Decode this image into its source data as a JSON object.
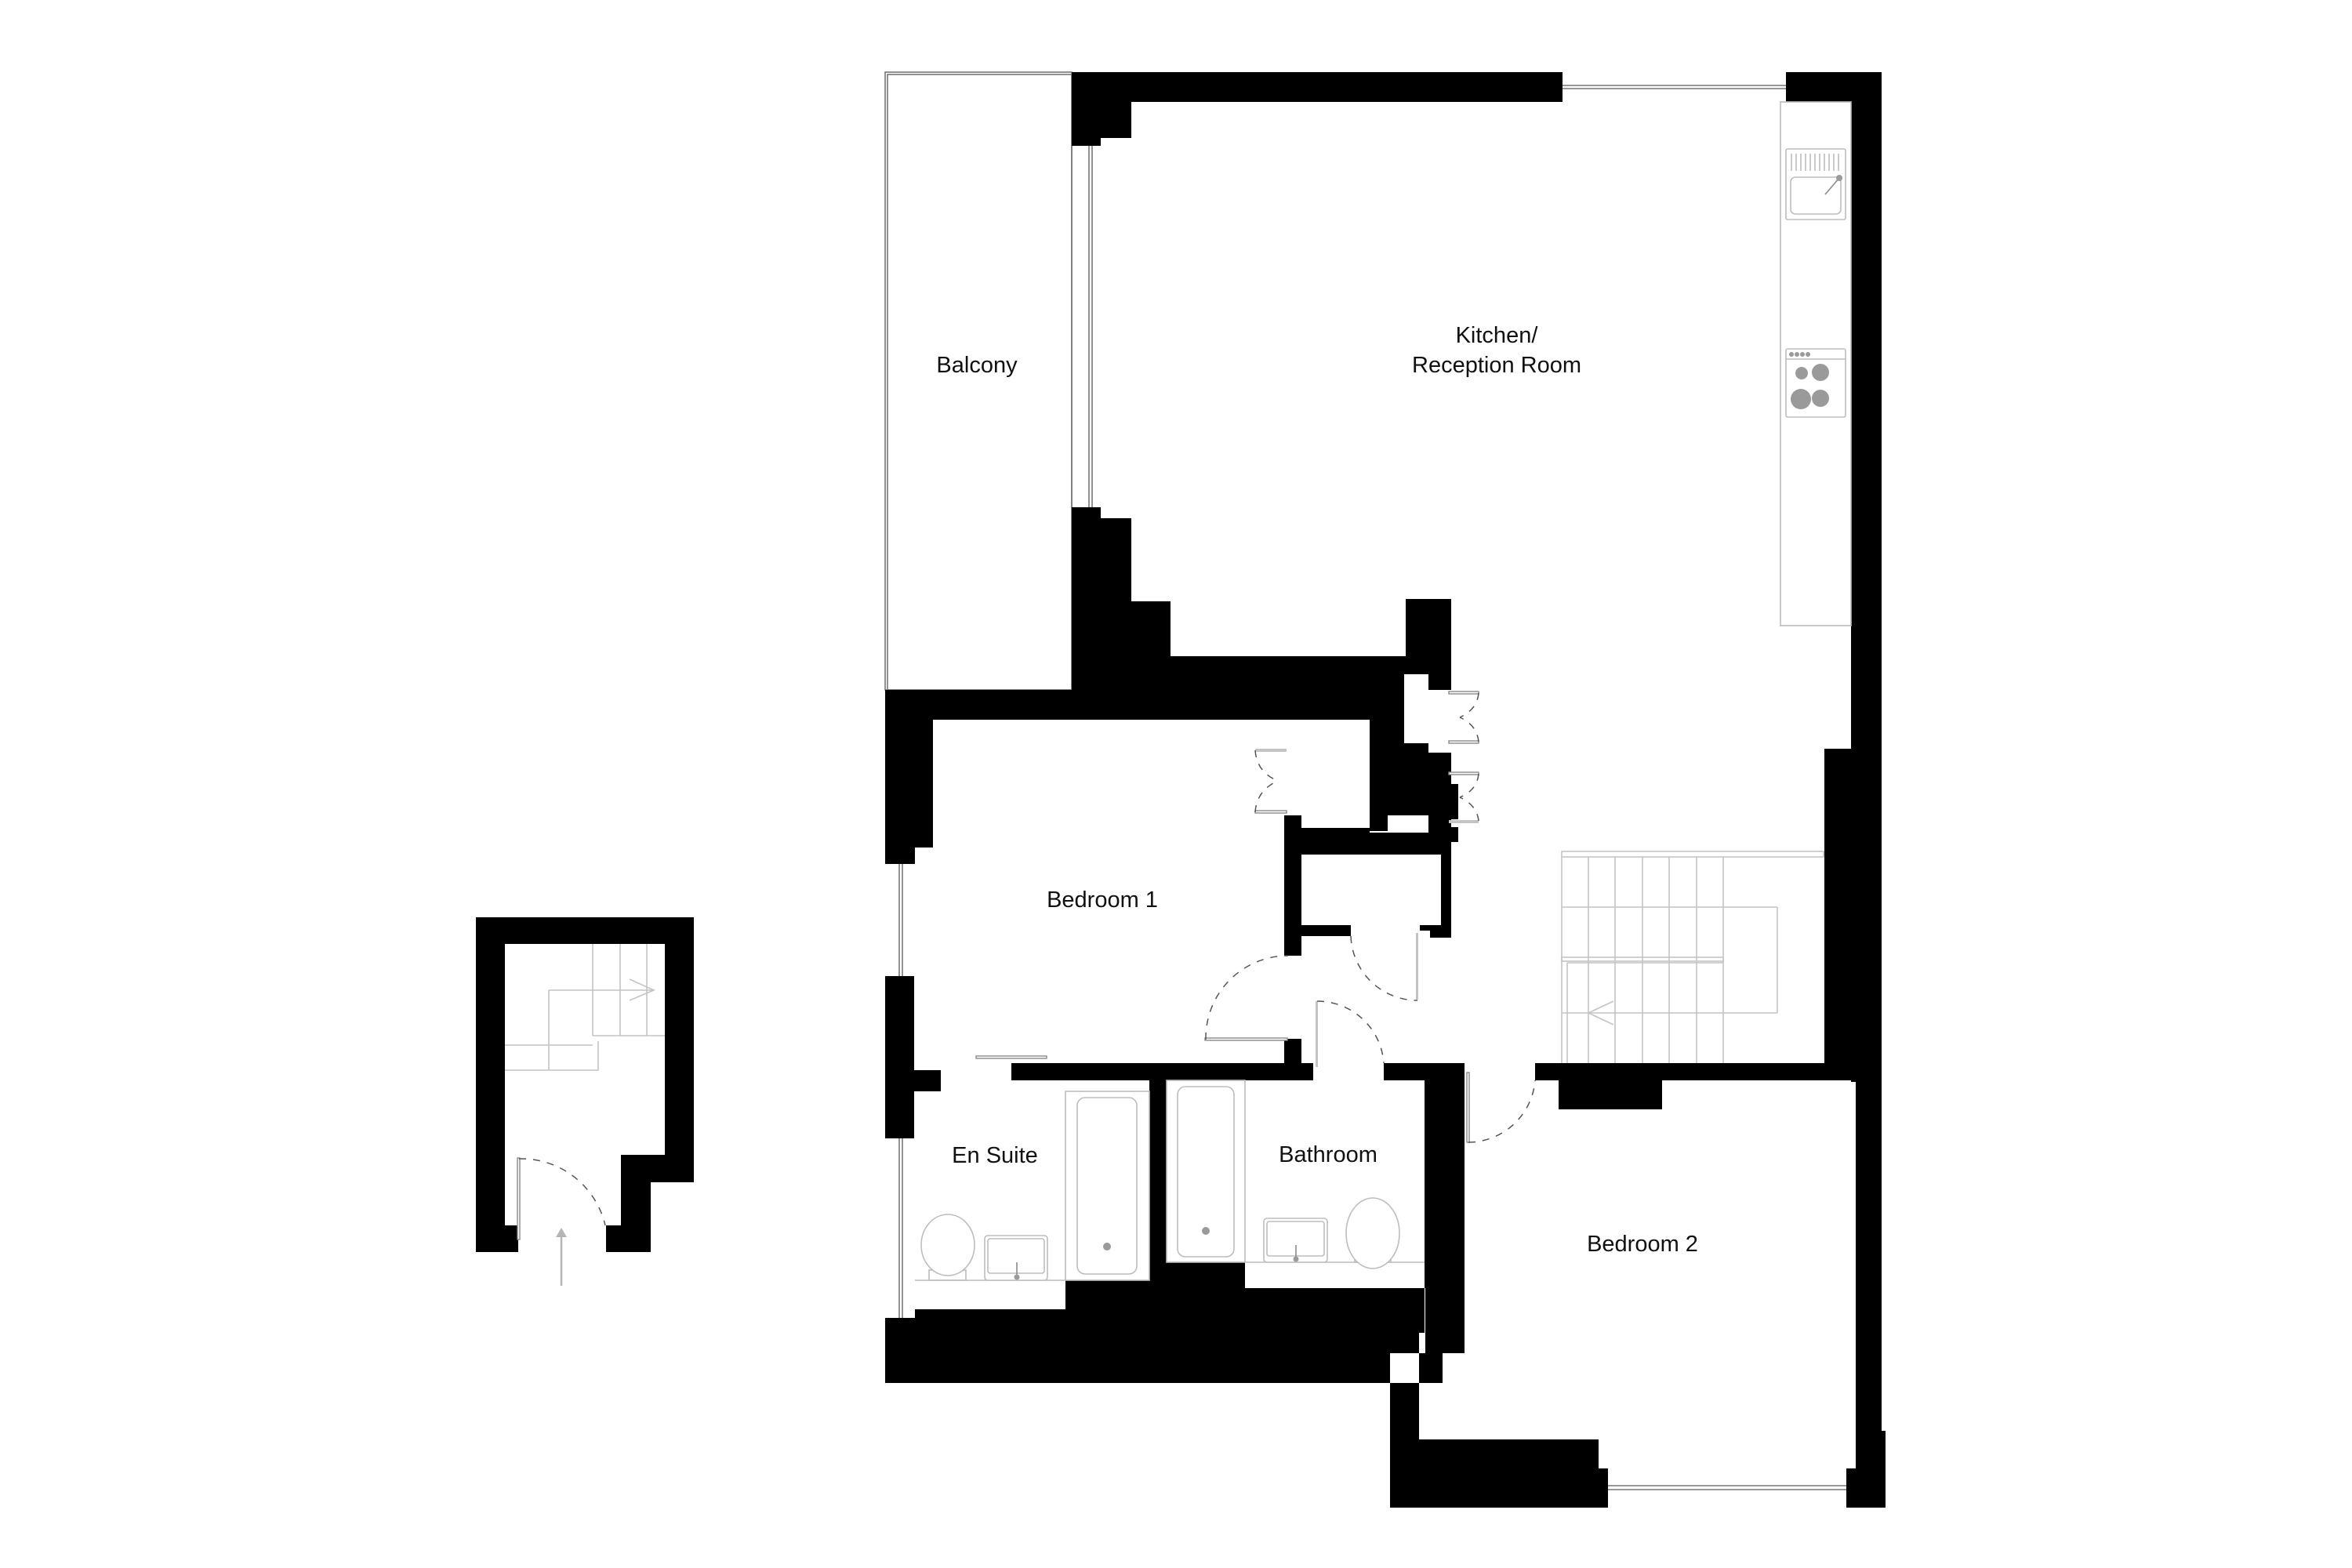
{
  "floorplan": {
    "colors": {
      "wall": "#000000",
      "background": "#ffffff",
      "fixture_line": "#bdbdbd",
      "glazing": "#777777",
      "door_swing": "#555555",
      "drain": "#9a9a9a"
    },
    "rooms": [
      {
        "id": "balcony",
        "label": "Balcony"
      },
      {
        "id": "kitchen-reception",
        "label": "Kitchen/\nReception Room"
      },
      {
        "id": "bedroom-1",
        "label": "Bedroom 1"
      },
      {
        "id": "en-suite",
        "label": "En Suite"
      },
      {
        "id": "bathroom",
        "label": "Bathroom"
      },
      {
        "id": "bedroom-2",
        "label": "Bedroom 2"
      }
    ],
    "fixtures": [
      {
        "type": "kitchen-sink",
        "room": "kitchen-reception"
      },
      {
        "type": "hob",
        "room": "kitchen-reception",
        "burners": 4
      },
      {
        "type": "kitchen-counter",
        "room": "kitchen-reception"
      },
      {
        "type": "bathtub",
        "room": "en-suite"
      },
      {
        "type": "wc",
        "room": "en-suite"
      },
      {
        "type": "basin",
        "room": "en-suite"
      },
      {
        "type": "bathtub",
        "room": "bathroom"
      },
      {
        "type": "wc",
        "room": "bathroom"
      },
      {
        "type": "basin",
        "room": "bathroom"
      },
      {
        "type": "staircase",
        "room": "hallway"
      },
      {
        "type": "entrance-stair",
        "room": "entrance-lobby"
      }
    ],
    "entrance_arrow": "up-arrow"
  }
}
